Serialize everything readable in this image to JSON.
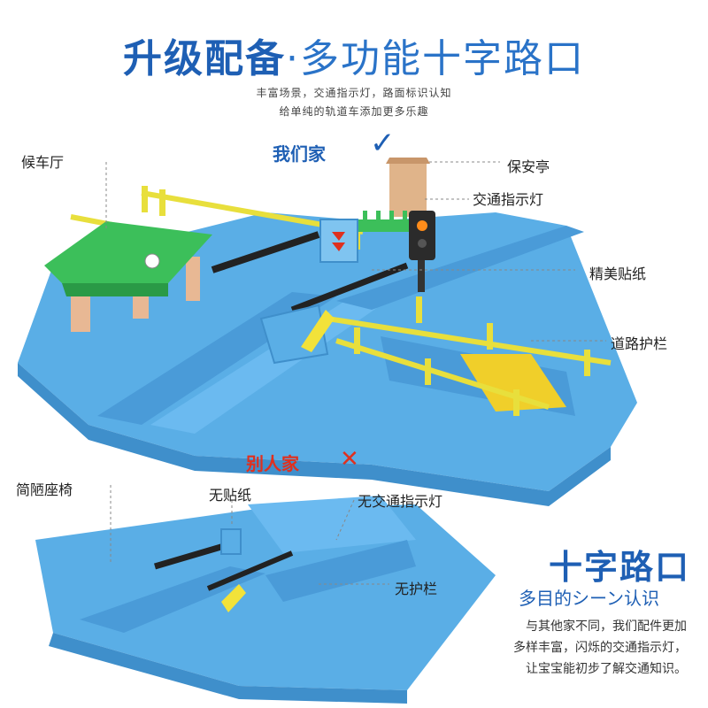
{
  "header": {
    "title_strong": "升级配备",
    "title_dot": "·",
    "title_light": "多功能十字路口",
    "subtitle_line1": "丰富场景，交通指示灯，路面标识认知",
    "subtitle_line2": "给单纯的轨道车添加更多乐趣"
  },
  "top_set": {
    "tag": "我们家",
    "tag_mark": "✓",
    "labels": {
      "waiting_hall": "候车厅",
      "guard_booth": "保安亭",
      "traffic_light": "交通指示灯",
      "stickers": "精美贴纸",
      "guardrail": "道路护栏"
    }
  },
  "bottom_set": {
    "tag": "别人家",
    "tag_mark": "✕",
    "labels": {
      "simple_seat": "简陋座椅",
      "no_stickers": "无贴纸",
      "no_traffic_light": "无交通指示灯",
      "no_guardrail": "无护栏"
    }
  },
  "feature": {
    "title": "十字路口",
    "subtitle": "多目的シーン认识",
    "desc_line1": "与其他家不同，我们配件更加",
    "desc_line2": "多样丰富，闪烁的交通指示灯，",
    "desc_line3": "让宝宝能初步了解交通知识。"
  },
  "colors": {
    "track_blue": "#5aaee6",
    "brand_blue": "#1e5fb4",
    "warning_red": "#e0301e",
    "rail_yellow": "#f2e23a",
    "roof_green": "#3cbf5a"
  }
}
